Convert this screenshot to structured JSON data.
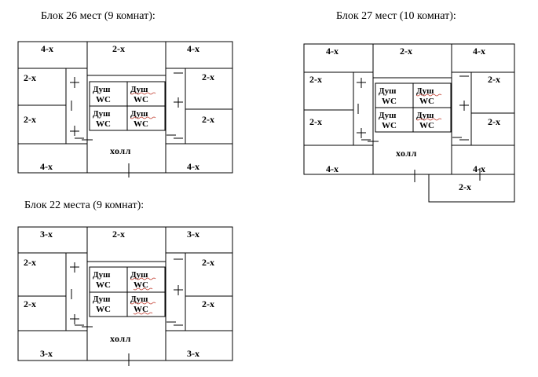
{
  "blocks": [
    {
      "title": "Блок 26 мест (9 комнат):",
      "rooms": {
        "top_left": "4-х",
        "top_mid": "2-х",
        "top_right": "4-х",
        "left_1": "2-х",
        "left_2": "2-х",
        "right_1": "2-х",
        "right_2": "2-х",
        "bot_left": "4-х",
        "bot_right": "4-х",
        "hall": "холл"
      },
      "sanitary": {
        "shower": "Душ",
        "wc": "WC"
      }
    },
    {
      "title": "Блок 27 мест (10 комнат):",
      "rooms": {
        "top_left": "4-х",
        "top_mid": "2-х",
        "top_right": "4-х",
        "left_1": "2-х",
        "left_2": "2-х",
        "right_1": "2-х",
        "right_2": "2-х",
        "bot_left": "4-х",
        "bot_right": "4-х",
        "hall": "холл",
        "extra": "2-х"
      },
      "sanitary": {
        "shower": "Душ",
        "wc": "WC"
      }
    },
    {
      "title": "Блок 22 места (9 комнат):",
      "rooms": {
        "top_left": "3-х",
        "top_mid": "2-х",
        "top_right": "3-х",
        "left_1": "2-х",
        "left_2": "2-х",
        "right_1": "2-х",
        "right_2": "2-х",
        "bot_left": "3-х",
        "bot_right": "3-х",
        "hall": "холл"
      },
      "sanitary": {
        "shower": "Душ",
        "wc": "WC"
      }
    }
  ]
}
